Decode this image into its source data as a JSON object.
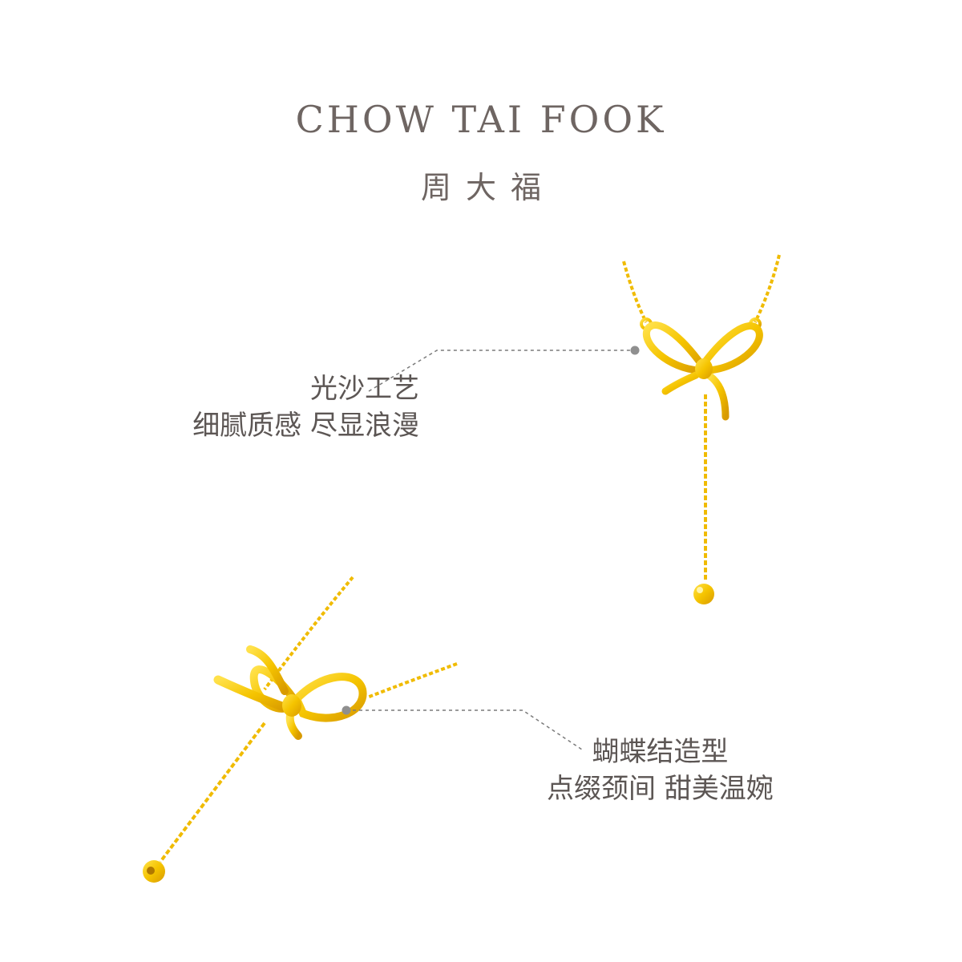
{
  "brand": {
    "name_en": "CHOW TAI FOOK",
    "name_cn": "周大福"
  },
  "features": [
    {
      "lines": [
        "光沙工艺",
        "细腻质感 尽显浪漫"
      ]
    },
    {
      "lines": [
        "蝴蝶结造型",
        "点缀颈间 甜美温婉"
      ]
    }
  ],
  "colors": {
    "gold": "#f5c400",
    "gold_dark": "#d89a00",
    "text": "#5c5654",
    "dot": "#8f8f8f"
  }
}
